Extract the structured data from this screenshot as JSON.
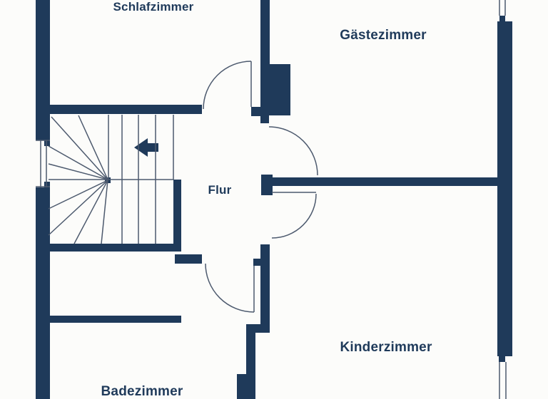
{
  "plan": {
    "type": "floor-plan",
    "rooms": [
      {
        "id": "schlafzimmer",
        "label": "Schlafzimmer"
      },
      {
        "id": "gaestezimmer",
        "label": "Gästezimmer"
      },
      {
        "id": "flur",
        "label": "Flur"
      },
      {
        "id": "kinderzimmer",
        "label": "Kinderzimmer"
      },
      {
        "id": "badezimmer",
        "label": "Badezimmer"
      }
    ],
    "features": {
      "staircase": "u-shaped winder staircase with direction arrow",
      "doors": 4,
      "windows": 3
    },
    "icons": {
      "stair_direction_arrow": "left-arrow"
    }
  },
  "colors": {
    "wall": "#1f3a5a",
    "line": "#4d5a6e",
    "background": "#fcfcfa",
    "label_text": "#1f3a5a"
  }
}
